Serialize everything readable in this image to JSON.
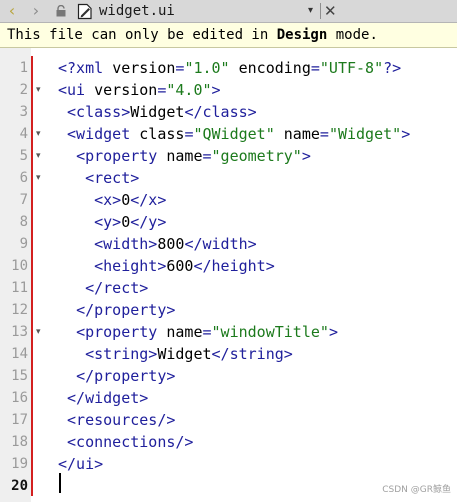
{
  "tab": {
    "filename": "widget.ui",
    "dropdown_glyph": "▾",
    "close_glyph": "✕",
    "back_glyph": "‹",
    "forward_glyph": "›"
  },
  "infobar": {
    "prefix": "This file can only be edited in ",
    "emphasis": "Design",
    "suffix": " mode."
  },
  "editor": {
    "current_line": 20,
    "lines": [
      {
        "n": "1",
        "fold": "",
        "code": [
          [
            "t",
            "<?xml "
          ],
          [
            "tx",
            "version"
          ],
          [
            "t",
            "="
          ],
          [
            "s",
            "\"1.0\""
          ],
          [
            "tx",
            " encoding"
          ],
          [
            "t",
            "="
          ],
          [
            "s",
            "\"UTF-8\""
          ],
          [
            "t",
            "?>"
          ]
        ]
      },
      {
        "n": "2",
        "fold": "▾",
        "code": [
          [
            "t",
            "<ui "
          ],
          [
            "tx",
            "version"
          ],
          [
            "t",
            "="
          ],
          [
            "s",
            "\"4.0\""
          ],
          [
            "t",
            ">"
          ]
        ]
      },
      {
        "n": "3",
        "fold": "",
        "code": [
          [
            "tx",
            " "
          ],
          [
            "t",
            "<class>"
          ],
          [
            "tx",
            "Widget"
          ],
          [
            "t",
            "</class>"
          ]
        ]
      },
      {
        "n": "4",
        "fold": "▾",
        "code": [
          [
            "tx",
            " "
          ],
          [
            "t",
            "<widget "
          ],
          [
            "tx",
            "class"
          ],
          [
            "t",
            "="
          ],
          [
            "s",
            "\"QWidget\""
          ],
          [
            "tx",
            " name"
          ],
          [
            "t",
            "="
          ],
          [
            "s",
            "\"Widget\""
          ],
          [
            "t",
            ">"
          ]
        ]
      },
      {
        "n": "5",
        "fold": "▾",
        "code": [
          [
            "tx",
            "  "
          ],
          [
            "t",
            "<property "
          ],
          [
            "tx",
            "name"
          ],
          [
            "t",
            "="
          ],
          [
            "s",
            "\"geometry\""
          ],
          [
            "t",
            ">"
          ]
        ]
      },
      {
        "n": "6",
        "fold": "▾",
        "code": [
          [
            "tx",
            "   "
          ],
          [
            "t",
            "<rect>"
          ]
        ]
      },
      {
        "n": "7",
        "fold": "",
        "code": [
          [
            "tx",
            "    "
          ],
          [
            "t",
            "<x>"
          ],
          [
            "tx",
            "0"
          ],
          [
            "t",
            "</x>"
          ]
        ]
      },
      {
        "n": "8",
        "fold": "",
        "code": [
          [
            "tx",
            "    "
          ],
          [
            "t",
            "<y>"
          ],
          [
            "tx",
            "0"
          ],
          [
            "t",
            "</y>"
          ]
        ]
      },
      {
        "n": "9",
        "fold": "",
        "code": [
          [
            "tx",
            "    "
          ],
          [
            "t",
            "<width>"
          ],
          [
            "tx",
            "800"
          ],
          [
            "t",
            "</width>"
          ]
        ]
      },
      {
        "n": "10",
        "fold": "",
        "code": [
          [
            "tx",
            "    "
          ],
          [
            "t",
            "<height>"
          ],
          [
            "tx",
            "600"
          ],
          [
            "t",
            "</height>"
          ]
        ]
      },
      {
        "n": "11",
        "fold": "",
        "code": [
          [
            "tx",
            "   "
          ],
          [
            "t",
            "</rect>"
          ]
        ]
      },
      {
        "n": "12",
        "fold": "",
        "code": [
          [
            "tx",
            "  "
          ],
          [
            "t",
            "</property>"
          ]
        ]
      },
      {
        "n": "13",
        "fold": "▾",
        "code": [
          [
            "tx",
            "  "
          ],
          [
            "t",
            "<property "
          ],
          [
            "tx",
            "name"
          ],
          [
            "t",
            "="
          ],
          [
            "s",
            "\"windowTitle\""
          ],
          [
            "t",
            ">"
          ]
        ]
      },
      {
        "n": "14",
        "fold": "",
        "code": [
          [
            "tx",
            "   "
          ],
          [
            "t",
            "<string>"
          ],
          [
            "tx",
            "Widget"
          ],
          [
            "t",
            "</string>"
          ]
        ]
      },
      {
        "n": "15",
        "fold": "",
        "code": [
          [
            "tx",
            "  "
          ],
          [
            "t",
            "</property>"
          ]
        ]
      },
      {
        "n": "16",
        "fold": "",
        "code": [
          [
            "tx",
            " "
          ],
          [
            "t",
            "</widget>"
          ]
        ]
      },
      {
        "n": "17",
        "fold": "",
        "code": [
          [
            "tx",
            " "
          ],
          [
            "t",
            "<resources/>"
          ]
        ]
      },
      {
        "n": "18",
        "fold": "",
        "code": [
          [
            "tx",
            " "
          ],
          [
            "t",
            "<connections/>"
          ]
        ]
      },
      {
        "n": "19",
        "fold": "",
        "code": [
          [
            "t",
            "</ui>"
          ]
        ]
      },
      {
        "n": "20",
        "fold": "",
        "code": []
      }
    ]
  },
  "watermark": "CSDN @GR鲸鱼",
  "colors": {
    "tag": "#20209c",
    "string": "#1c7a1c",
    "text": "#000000",
    "change_marker": "#d31f1f",
    "infobar_bg": "#ffffe1"
  },
  "icons": {
    "back": "chevron-left-icon",
    "forward": "chevron-right-icon",
    "lock": "lock-icon",
    "file": "file-edit-icon",
    "dropdown": "chevron-down-icon",
    "close": "close-icon"
  }
}
